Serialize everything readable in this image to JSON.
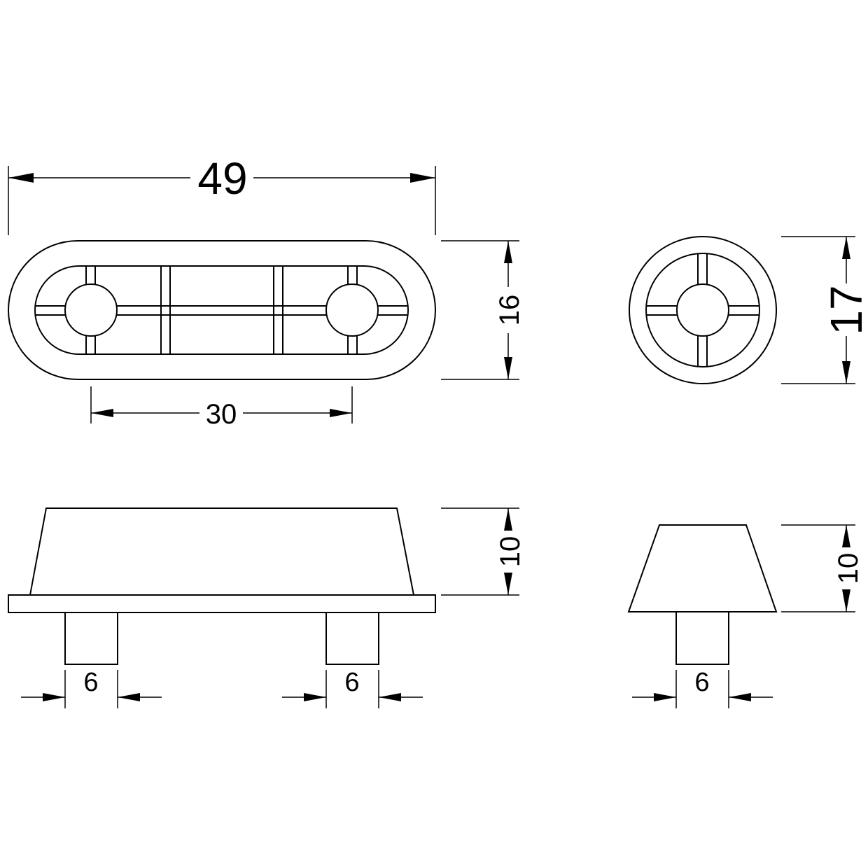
{
  "drawing": {
    "colors": {
      "line": "#000000",
      "background": "#ffffff"
    },
    "dimensions": {
      "top_length": "49",
      "hole_spacing": "30",
      "top_height": "16",
      "round_diameter": "17",
      "side_height_left": "10",
      "side_height_right": "10",
      "pin_width_left": "6",
      "pin_width_middle": "6",
      "pin_width_right": "6"
    }
  }
}
